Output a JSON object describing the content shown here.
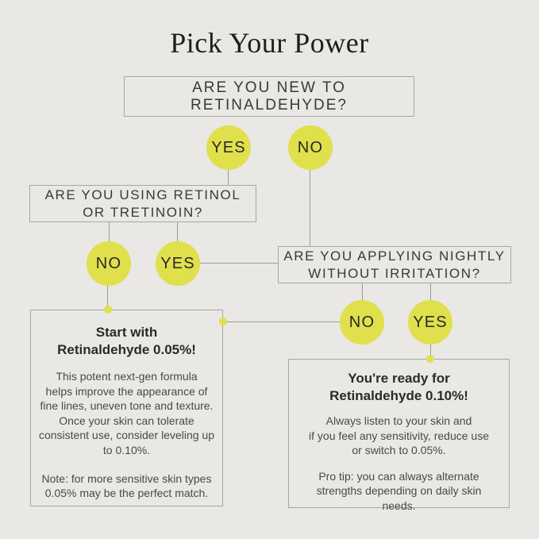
{
  "title": "Pick Your Power",
  "flow": {
    "q1": {
      "text": "ARE YOU NEW TO RETINALDEHYDE?",
      "yes": "YES",
      "no": "NO"
    },
    "q2": {
      "text": "ARE YOU USING RETINOL\nOR TRETINOIN?",
      "no": "NO",
      "yes": "YES"
    },
    "q3": {
      "text": "ARE YOU APPLYING NIGHTLY\nWITHOUT IRRITATION?",
      "no": "NO",
      "yes": "YES"
    }
  },
  "results": {
    "left": {
      "heading": "Start with\nRetinaldehyde 0.05%!",
      "body": "This potent next-gen formula\nhelps improve the appearance of\nfine lines, uneven tone and texture.\nOnce your skin can tolerate\nconsistent use, consider leveling up\nto 0.10%.",
      "note": "Note: for more sensitive skin types\n0.05% may be the perfect match."
    },
    "right": {
      "heading": "You're ready for\nRetinaldehyde 0.10%!",
      "body": "Always listen to your skin and\nif you feel any sensitivity, reduce use\nor switch to 0.05%.",
      "note": "Pro tip: you can always alternate\nstrengths depending on daily skin\nneeds."
    }
  },
  "colors": {
    "background": "#e9e8e5",
    "accent_circle": "#dfe04c",
    "connector_line": "#9c9b98",
    "box_border": "#a7a6a2",
    "text_dark": "#2b2a28",
    "text_body": "#4a4947"
  }
}
